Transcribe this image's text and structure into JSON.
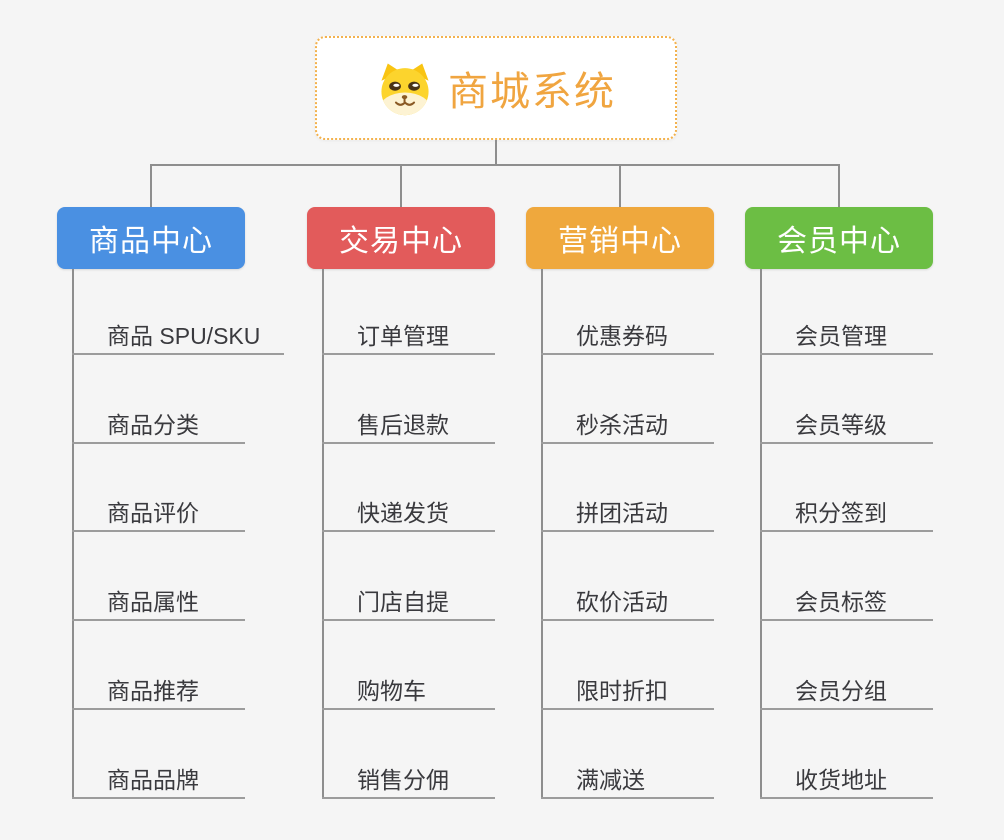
{
  "root": {
    "title": "商城系统",
    "icon": "doge-face-icon",
    "text_color": "#f0a540",
    "border_color": "#f3b24e",
    "background": "#ffffff"
  },
  "canvas": {
    "background": "#f5f5f5",
    "connector_color": "#8e8e8e",
    "leaf_underline_color": "#9c9c9c",
    "leaf_text_color": "#3a3a3e"
  },
  "branches": [
    {
      "label": "商品中心",
      "color": "#4a90e2",
      "items": [
        "商品 SPU/SKU",
        "商品分类",
        "商品评价",
        "商品属性",
        "商品推荐",
        "商品品牌"
      ]
    },
    {
      "label": "交易中心",
      "color": "#e25b5b",
      "items": [
        "订单管理",
        "售后退款",
        "快递发货",
        "门店自提",
        "购物车",
        "销售分佣"
      ]
    },
    {
      "label": "营销中心",
      "color": "#efa83d",
      "items": [
        "优惠券码",
        "秒杀活动",
        "拼团活动",
        "砍价活动",
        "限时折扣",
        "满减送"
      ]
    },
    {
      "label": "会员中心",
      "color": "#6cbe44",
      "items": [
        "会员管理",
        "会员等级",
        "积分签到",
        "会员标签",
        "会员分组",
        "收货地址"
      ]
    }
  ]
}
